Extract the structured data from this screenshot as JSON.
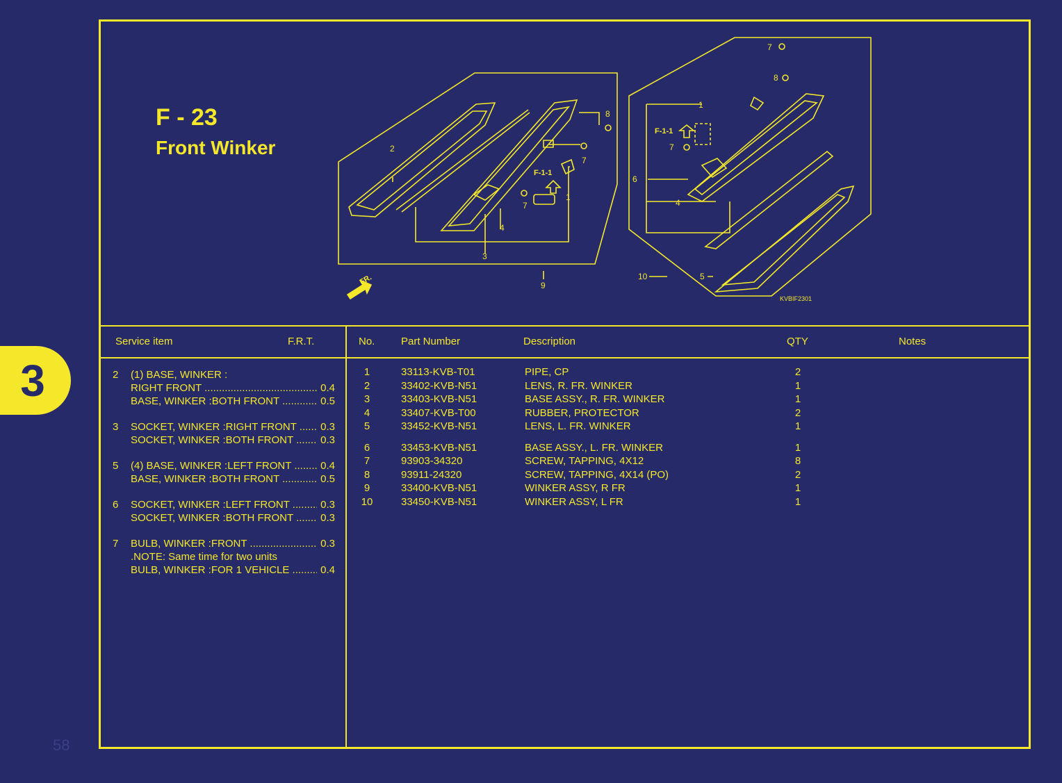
{
  "section_number": "3",
  "page_number": "58",
  "header": {
    "code": "F - 23",
    "title": "Front Winker"
  },
  "diagram": {
    "labels": {
      "l2": "2",
      "l8a": "8",
      "l7a": "7",
      "l1a": "1",
      "l7b": "7",
      "l4a": "4",
      "l3": "3",
      "l9": "9",
      "ref1": "F-1-1",
      "l7c": "7",
      "l8b": "8",
      "l1b": "1",
      "ref2": "F-1-1",
      "l7d": "7",
      "l6": "6",
      "l4b": "4",
      "l10": "10",
      "l5": "5",
      "fr": "FR.",
      "drawing_code": "KVBIF2301"
    }
  },
  "service_table": {
    "header_item": "Service item",
    "header_frt": "F.R.T.",
    "groups": [
      {
        "rows": [
          {
            "num": "2",
            "text": "(1)  BASE, WINKER :",
            "frt": ""
          },
          {
            "num": "",
            "text": "RIGHT FRONT",
            "frt": "0.4"
          },
          {
            "num": "",
            "text": "BASE, WINKER :BOTH FRONT",
            "frt": "0.5"
          }
        ]
      },
      {
        "rows": [
          {
            "num": "3",
            "text": "SOCKET, WINKER :RIGHT FRONT",
            "frt": "0.3"
          },
          {
            "num": "",
            "text": "SOCKET, WINKER :BOTH FRONT",
            "frt": "0.3"
          }
        ]
      },
      {
        "rows": [
          {
            "num": "5",
            "text": "(4)  BASE, WINKER :LEFT FRONT",
            "frt": "0.4"
          },
          {
            "num": "",
            "text": "BASE, WINKER :BOTH FRONT",
            "frt": "0.5"
          }
        ]
      },
      {
        "rows": [
          {
            "num": "6",
            "text": "SOCKET, WINKER :LEFT FRONT",
            "frt": "0.3"
          },
          {
            "num": "",
            "text": "SOCKET, WINKER :BOTH FRONT",
            "frt": "0.3"
          }
        ]
      },
      {
        "rows": [
          {
            "num": "7",
            "text": "BULB, WINKER :FRONT",
            "frt": "0.3"
          },
          {
            "num": "",
            "text": ".NOTE: Same time for two units",
            "frt": ""
          },
          {
            "num": "",
            "text": "BULB, WINKER :FOR 1 VEHICLE",
            "frt": "0.4"
          }
        ]
      }
    ]
  },
  "parts_table": {
    "headers": {
      "no": "No.",
      "part_number": "Part Number",
      "description": "Description",
      "qty": "QTY",
      "notes": "Notes"
    },
    "rows": [
      {
        "no": "1",
        "part_number": "33113-KVB-T01",
        "description": "PIPE, CP",
        "qty": "2"
      },
      {
        "no": "2",
        "part_number": "33402-KVB-N51",
        "description": "LENS, R. FR. WINKER",
        "qty": "1"
      },
      {
        "no": "3",
        "part_number": "33403-KVB-N51",
        "description": "BASE ASSY., R. FR. WINKER",
        "qty": "1"
      },
      {
        "no": "4",
        "part_number": "33407-KVB-T00",
        "description": "RUBBER, PROTECTOR",
        "qty": "2"
      },
      {
        "no": "5",
        "part_number": "33452-KVB-N51",
        "description": "LENS, L. FR. WINKER",
        "qty": "1"
      },
      {
        "no": "6",
        "part_number": "33453-KVB-N51",
        "description": "BASE ASSY., L. FR. WINKER",
        "qty": "1"
      },
      {
        "no": "7",
        "part_number": "93903-34320",
        "description": "SCREW, TAPPING, 4X12",
        "qty": "8"
      },
      {
        "no": "8",
        "part_number": "93911-24320",
        "description": "SCREW, TAPPING, 4X14 (PO)",
        "qty": "2"
      },
      {
        "no": "9",
        "part_number": "33400-KVB-N51",
        "description": "WINKER ASSY, R FR",
        "qty": "1"
      },
      {
        "no": "10",
        "part_number": "33450-KVB-N51",
        "description": "WINKER ASSY, L FR",
        "qty": "1"
      }
    ]
  }
}
